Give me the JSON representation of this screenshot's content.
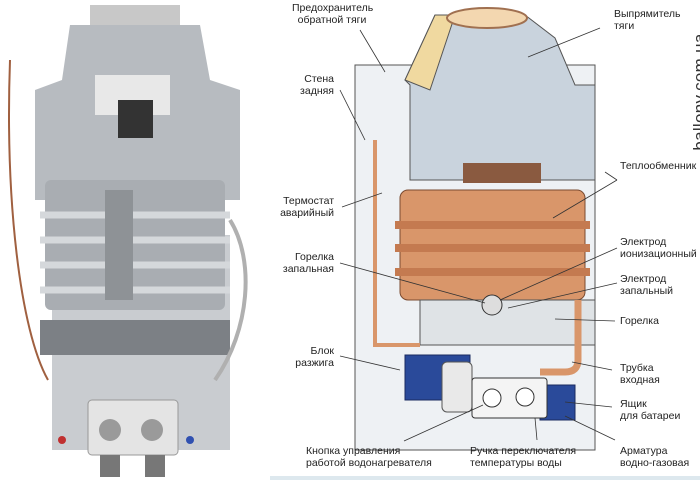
{
  "watermark": "ballony.com.ua",
  "labels": {
    "draft_breaker": [
      "Предохранитель",
      "обратной тяги"
    ],
    "draft_straightener": [
      "Выпрямитель",
      "тяги"
    ],
    "back_wall": [
      "Стена",
      "задняя"
    ],
    "heat_exchanger": [
      "Теплообменник"
    ],
    "emergency_thermostat": [
      "Термостат",
      "аварийный"
    ],
    "ionization_electrode": [
      "Электрод",
      "ионизационный"
    ],
    "pilot_burner": [
      "Горелка",
      "запальная"
    ],
    "ignition_electrode": [
      "Электрод",
      "запальный"
    ],
    "burner": [
      "Горелка"
    ],
    "ignition_unit": [
      "Блок",
      "разжига"
    ],
    "inlet_pipe": [
      "Трубка",
      "входная"
    ],
    "battery_box": [
      "Ящик",
      "для батареи"
    ],
    "control_button": [
      "Кнопка управления",
      "работой водонагревателя"
    ],
    "temperature_knob": [
      "Ручка переключателя",
      "температуры воды"
    ],
    "water_gas_valve": [
      "Арматура",
      "водно-газовая"
    ]
  },
  "colors": {
    "copper": "#d9966a",
    "steel": "#c9d3dd",
    "blue": "#2a4a9a",
    "panel": "#eef1f4"
  }
}
